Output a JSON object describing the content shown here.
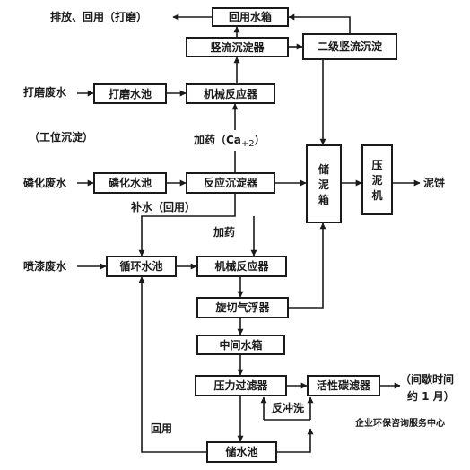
{
  "boxes": {
    "reuse_tank": "回用水箱",
    "vertical_settler": "竖流沉淀器",
    "secondary_settler": "二级竖流沉淀",
    "grinding_pool": "打磨水池",
    "mech_reactor_1": "机械反应器",
    "phosphating_pool": "磷化水池",
    "reaction_settler": "反应沉淀器",
    "sludge_tank": [
      "储",
      "泥",
      "箱"
    ],
    "filter_press": [
      "压",
      "泥",
      "机"
    ],
    "circulation_pool": "循环水池",
    "mech_reactor_2": "机械反应器",
    "cyclone_flotation": "旋切气浮器",
    "middle_tank": "中间水箱",
    "pressure_filter": "压力过滤器",
    "carbon_filter": "活性碳滤器",
    "storage_pool": "储水池"
  },
  "labels": {
    "discharge_reuse": "排放、回用（打磨）",
    "grinding_wastewater": "打磨废水",
    "station_settling": "（工位沉淀）",
    "dosing_ca": "加药（Ca",
    "dosing_ca_sub": "+2",
    "dosing_ca_close": "）",
    "phosphating_wastewater": "磷化废水",
    "sludge_cake": "泥饼",
    "make_up_water": "补水（回用）",
    "dosing": "加药",
    "spray_wastewater": "喷漆废水",
    "backwash": "反冲洗",
    "reuse": "回用",
    "interval_1": "（间歇时间",
    "interval_2": "约 1 月）",
    "watermark": "企业环保咨询服务中心"
  },
  "colors": {
    "line": "#1a1a1a",
    "background": "#ffffff"
  }
}
